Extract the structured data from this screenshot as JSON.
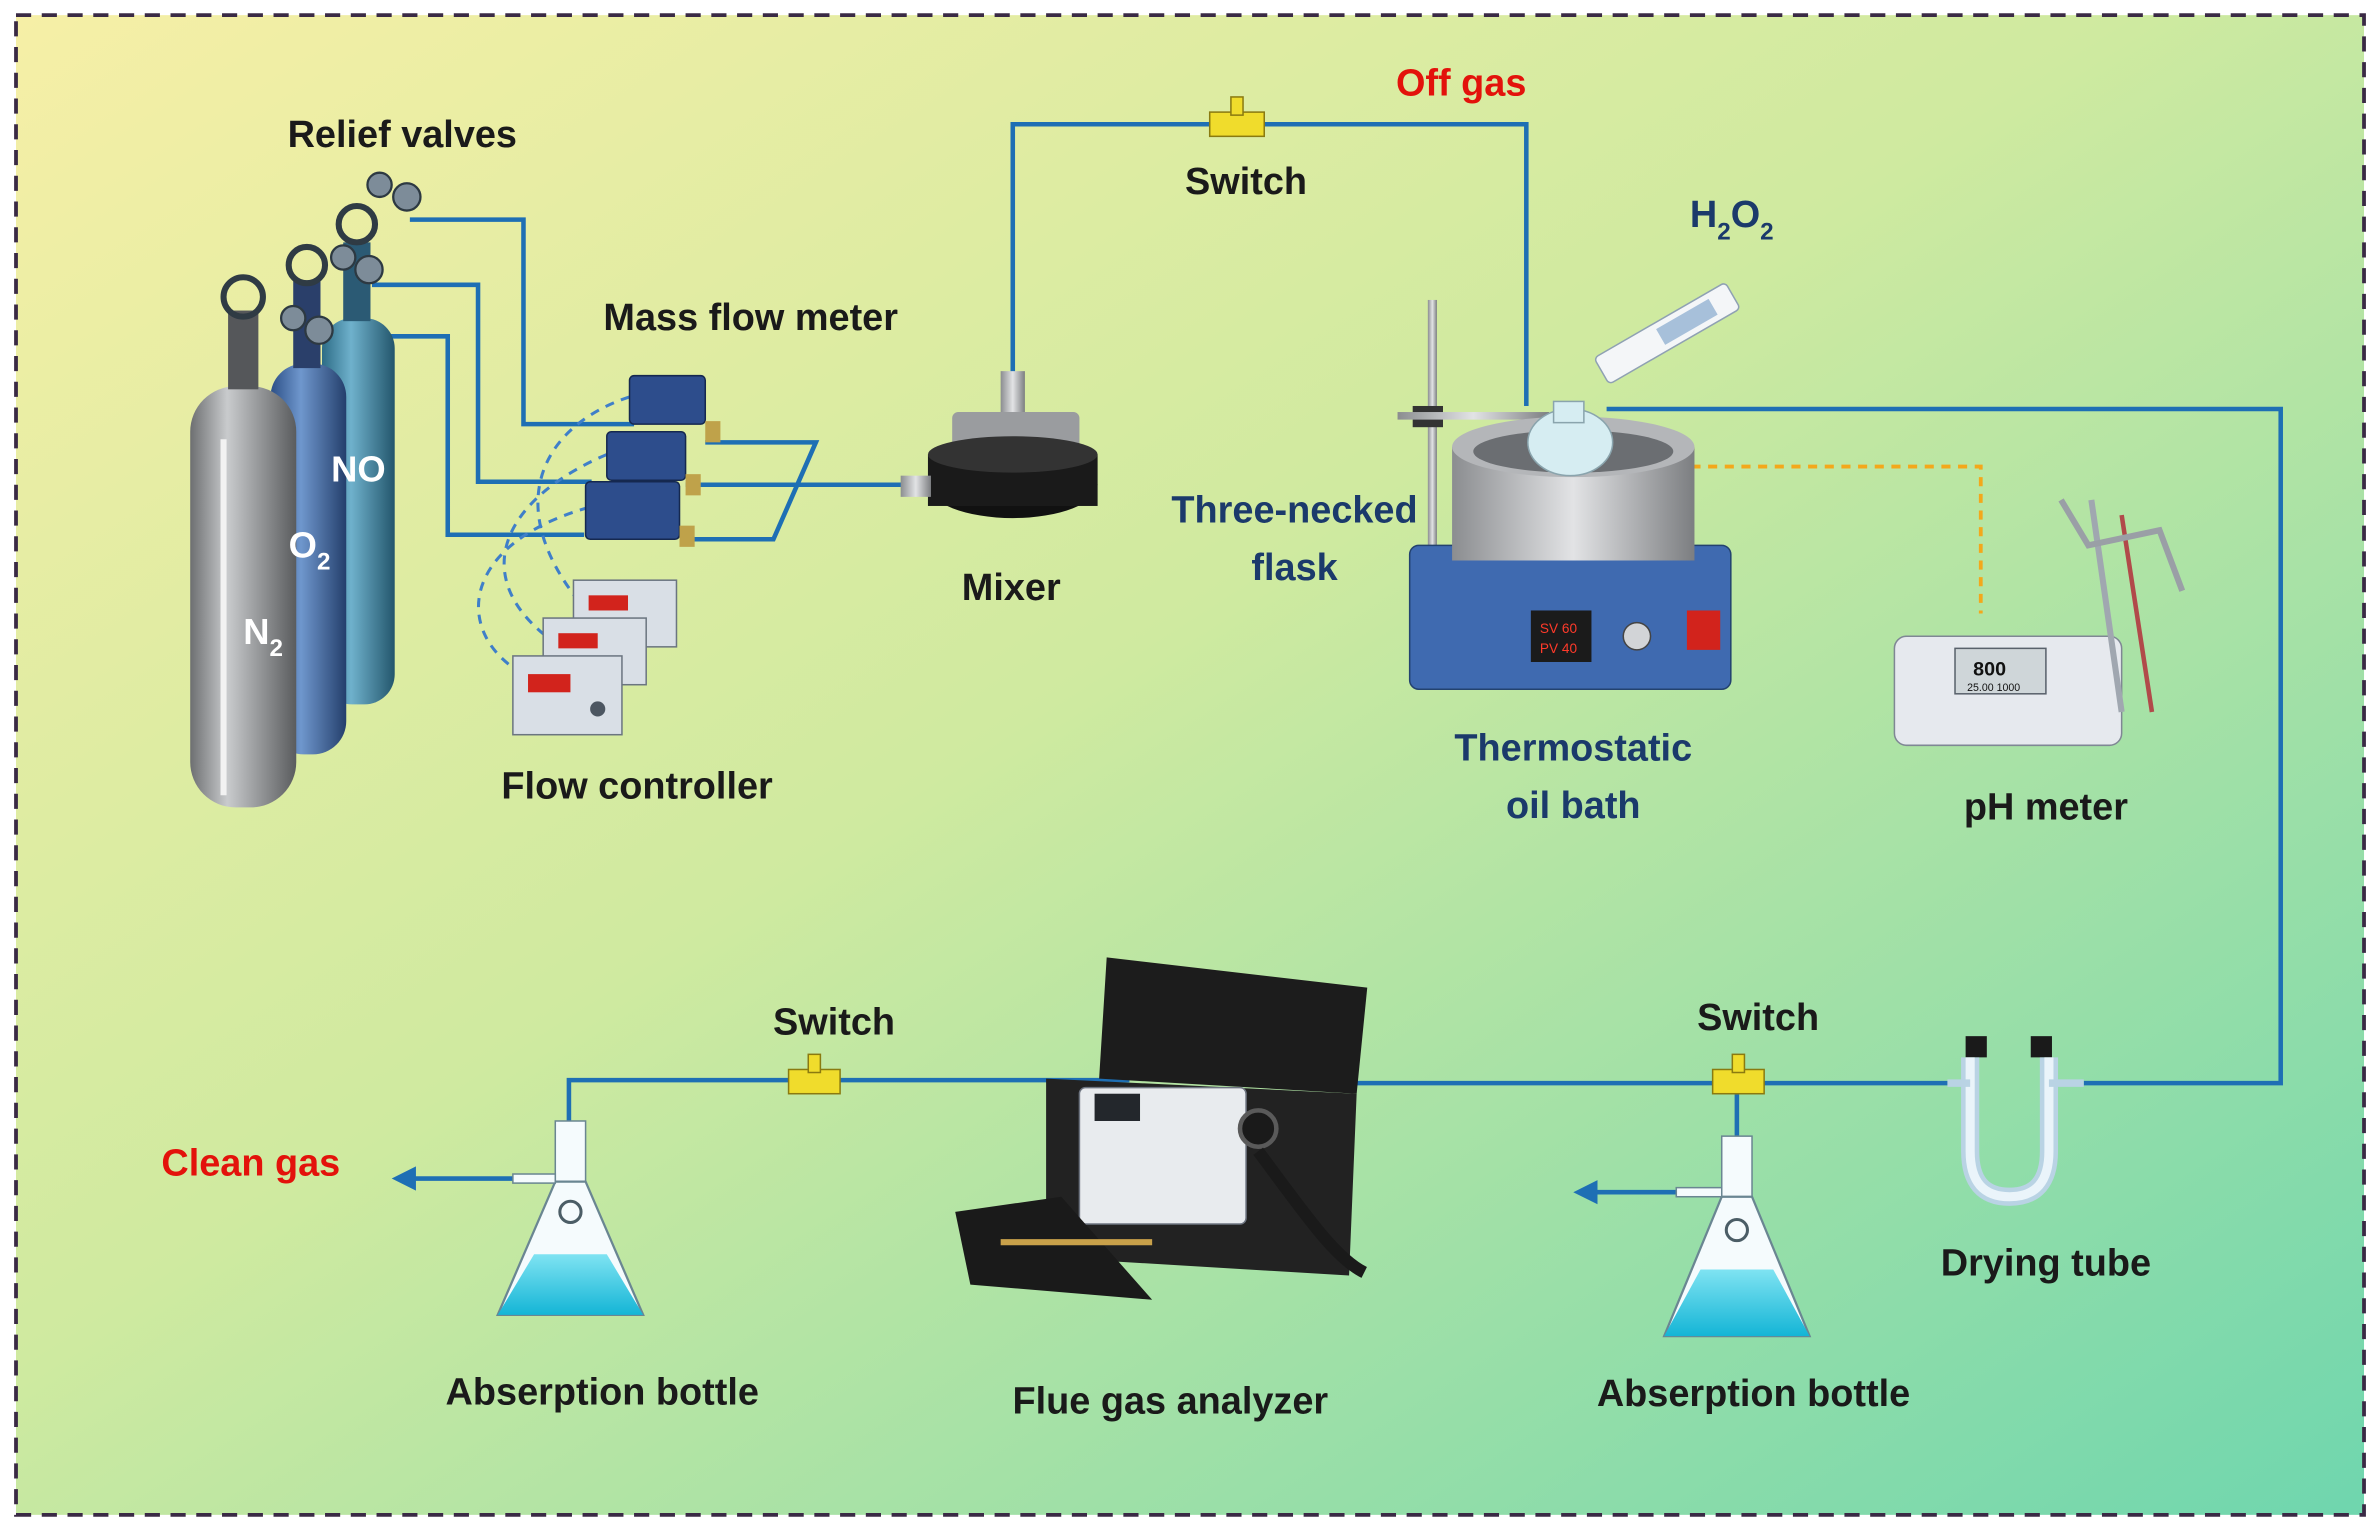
{
  "labels": {
    "relief_valves": "Relief valves",
    "mass_flow_meter": "Mass flow meter",
    "flow_controller": "Flow controller",
    "mixer": "Mixer",
    "switch_top": "Switch",
    "off_gas": "Off gas",
    "h2o2_main": "H",
    "h2o2_sub1": "2",
    "h2o2_mid": "O",
    "h2o2_sub2": "2",
    "three_necked_line1": "Three-necked",
    "three_necked_line2": "flask",
    "thermostatic_line1": "Thermostatic",
    "thermostatic_line2": "oil bath",
    "ph_meter": "pH meter",
    "switch_bottom_left": "Switch",
    "switch_bottom_right": "Switch",
    "clean_gas": "Clean gas",
    "absorption_left": "Abserption bottle",
    "absorption_right": "Abserption bottle",
    "flue_gas_analyzer": "Flue gas analyzer",
    "drying_tube": "Drying tube"
  },
  "cylinders": {
    "no": "NO",
    "o2_main": "O",
    "o2_sub": "2",
    "n2_main": "N",
    "n2_sub": "2"
  },
  "displays": {
    "oil_bath_sv": "SV 60",
    "oil_bath_pv": "PV 40",
    "ph_value": "800",
    "ph_sub": "25.00  1000"
  },
  "colors": {
    "pipe": "#1e6fb4",
    "label_dark": "#1a1a1a",
    "label_navy": "#1b3a6b",
    "label_red": "#e3120b",
    "switch_yellow": "#f0dc2c",
    "liquid": "#22c5e0",
    "dashed_orange": "#f3a81b",
    "background_left": "#f4eea6",
    "background_right": "#73d7aa"
  }
}
